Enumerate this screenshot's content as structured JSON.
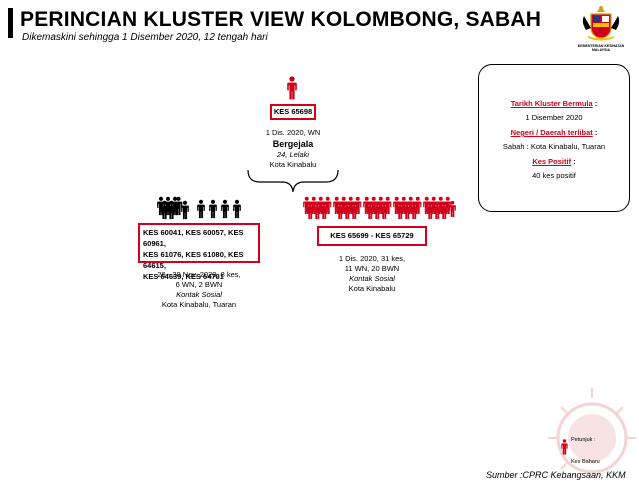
{
  "header": {
    "title": "PERINCIAN KLUSTER VIEW KOLOMBONG, SABAH",
    "subtitle": "Dikemaskini sehingga 1 Disember 2020, 12 tengah hari",
    "logo_text": "KEMENTERIAN KESIHATAN MALAYSIA"
  },
  "index_case": {
    "case": "KES 65698",
    "date": "1 Dis. 2020, WN",
    "status": "Bergejala",
    "profile": "24, Lelaki",
    "location": "Kota Kinabalu"
  },
  "left_group": {
    "cases_line1": "KES 60041, KES 60057, KES 60961,",
    "cases_line2": "KES 61076, KES 61080, KES 64615,",
    "cases_line3": "KES 64639, KES 64701",
    "detail1": "26 - 30 Nov. 2020, 8 kes,",
    "detail2": "6 WN, 2 BWN",
    "type": "Kontak Sosial",
    "location": "Kota Kinabalu, Tuaran"
  },
  "right_group": {
    "cases": "KES 65699 - KES 65729",
    "detail1": "1 Dis. 2020, 31 kes,",
    "detail2": "11 WN, 20 BWN",
    "type": "Kontak Sosial",
    "location": "Kota Kinabalu"
  },
  "info": {
    "start_label": "Tarikh Kluster Bermula",
    "start_colon": " :",
    "start_value": "1 Disember 2020",
    "state_label": "Negeri / Daerah terlibat",
    "state_colon": " :",
    "state_value": "Sabah : Kota Kinabalu, Tuaran",
    "positive_label": "Kes Positif",
    "positive_colon": " :",
    "positive_value": "40 kes positif"
  },
  "legend": {
    "title": "Petunjuk :",
    "item": "Kes Baharu"
  },
  "source": "Sumber :CPRC Kebangsaan,  KKM",
  "colors": {
    "accent_red": "#d0021b",
    "black": "#000000"
  },
  "icons": {
    "person": "person-icon",
    "logo": "coat-of-arms-icon",
    "brace": "curly-brace-icon"
  }
}
